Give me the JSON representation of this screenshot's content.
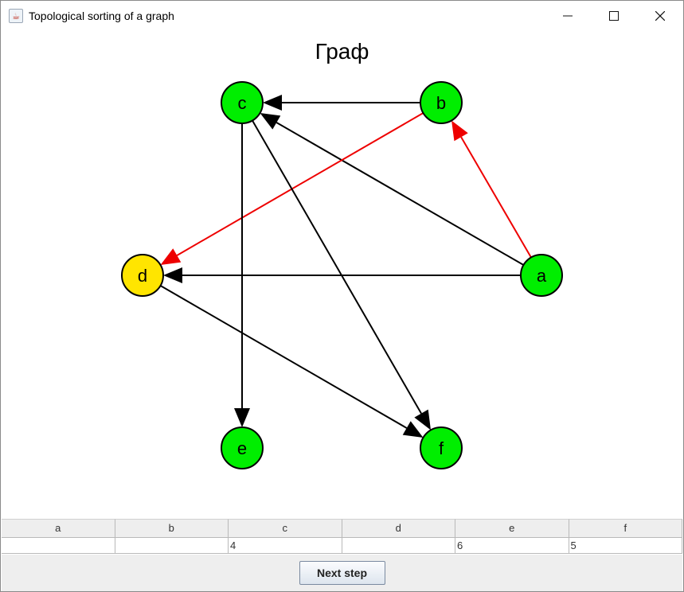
{
  "window": {
    "title": "Topological sorting of a graph",
    "app_icon": "java-coffee-icon",
    "controls": [
      "minimize-icon",
      "maximize-icon",
      "close-icon"
    ]
  },
  "graph": {
    "title": "Граф",
    "nodes": [
      {
        "id": "a",
        "label": "a",
        "color": "#00ee00"
      },
      {
        "id": "b",
        "label": "b",
        "color": "#00ee00"
      },
      {
        "id": "c",
        "label": "c",
        "color": "#00ee00"
      },
      {
        "id": "d",
        "label": "d",
        "color": "#ffe500"
      },
      {
        "id": "e",
        "label": "e",
        "color": "#00ee00"
      },
      {
        "id": "f",
        "label": "f",
        "color": "#00ee00"
      }
    ],
    "edges": [
      {
        "from": "b",
        "to": "c",
        "color": "#000000"
      },
      {
        "from": "a",
        "to": "c",
        "color": "#000000"
      },
      {
        "from": "a",
        "to": "b",
        "color": "#ee0000"
      },
      {
        "from": "b",
        "to": "d",
        "color": "#ee0000"
      },
      {
        "from": "a",
        "to": "d",
        "color": "#000000"
      },
      {
        "from": "c",
        "to": "e",
        "color": "#000000"
      },
      {
        "from": "c",
        "to": "f",
        "color": "#000000"
      },
      {
        "from": "d",
        "to": "f",
        "color": "#000000"
      }
    ]
  },
  "table": {
    "headers": [
      "a",
      "b",
      "c",
      "d",
      "e",
      "f"
    ],
    "values": [
      "",
      "",
      "4",
      "",
      "6",
      "5"
    ]
  },
  "buttons": {
    "next_step": "Next step"
  }
}
